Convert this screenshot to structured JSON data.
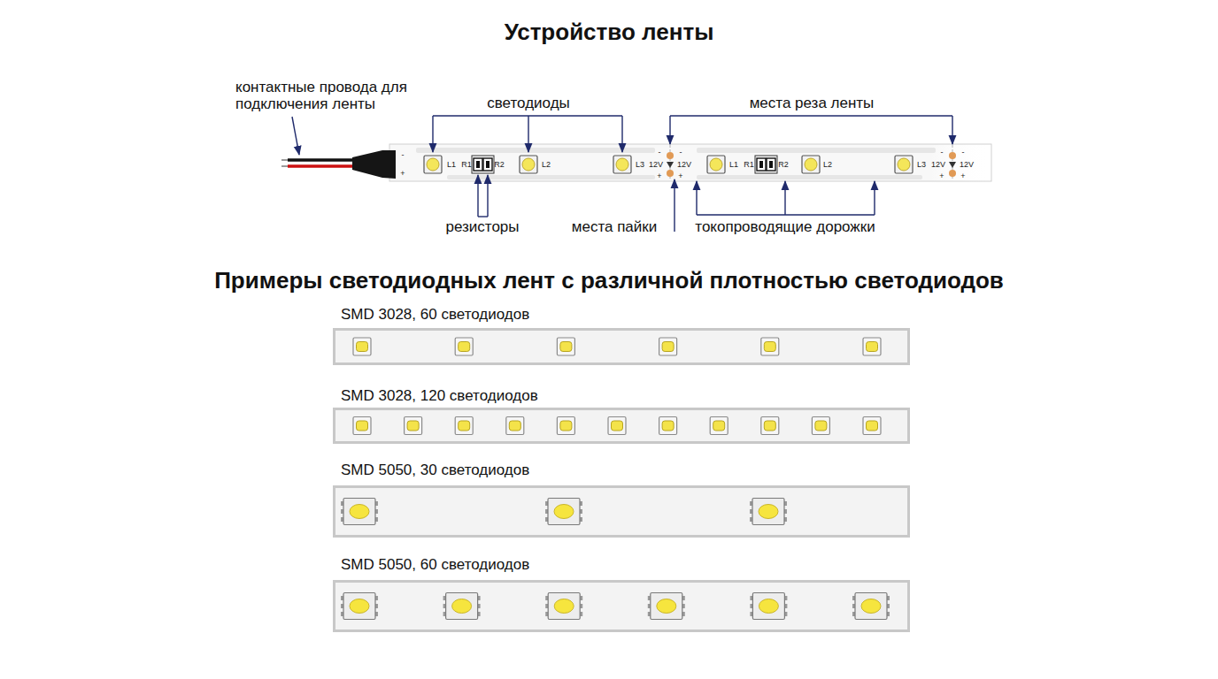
{
  "diagram": {
    "title": "Устройство ленты",
    "nodes": [
      {
        "text": [
          "SMD 3028, 60 светодиодов"
        ]
      },
      {
        "text": [
          "SMD 3028, 120 светодиодов"
        ]
      },
      {
        "text": [
          "SMD 5050, 30 светодиодов"
        ]
      },
      {
        "text": [
          "SMD 5050, 60 светодиодов"
        ]
      }
    ],
    "labels": [
      "контактные провода для подключения ленты",
      "светодиоды",
      "места реза ленты",
      "резисторы",
      "места пайки",
      "токопроводящие дорожки",
      "Примеры светодиодных лент с различной плотностью светодиодов",
      "-",
      "+",
      "L1",
      "R1",
      "R2",
      "L2",
      "L3",
      "-",
      "-",
      "12V",
      "12V",
      "+",
      "+",
      "L1",
      "R1",
      "R2",
      "L2",
      "L3",
      "-",
      "-",
      "12V",
      "12V",
      "+",
      "+"
    ]
  }
}
